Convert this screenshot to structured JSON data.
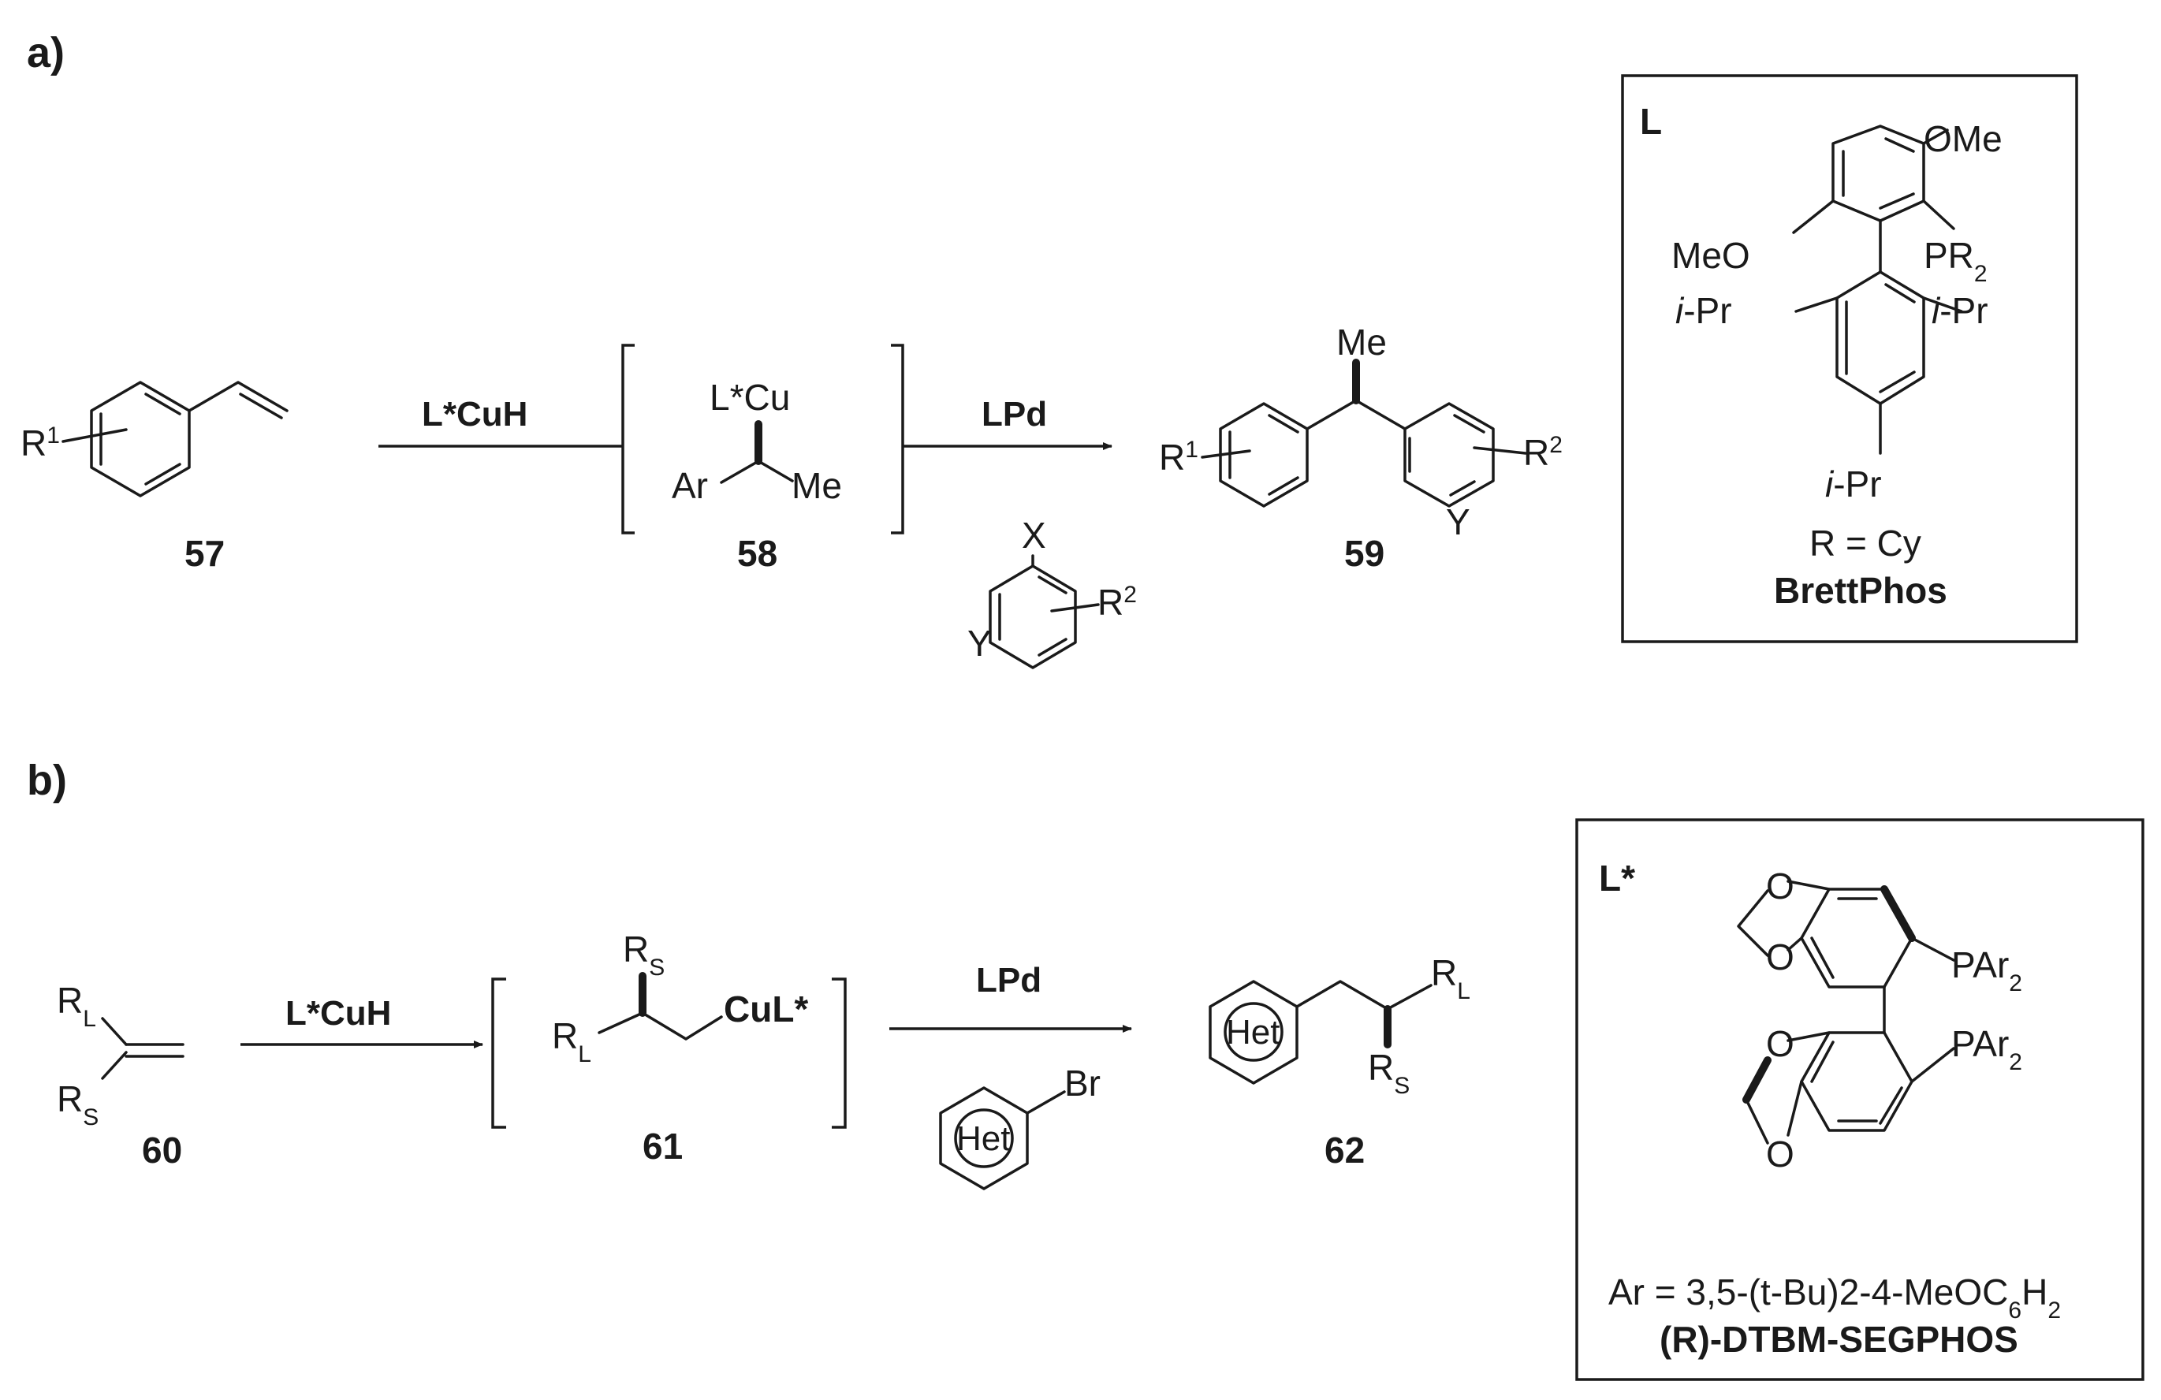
{
  "panels": {
    "a": "a)",
    "b": "b)"
  },
  "scheme_a": {
    "reagent1": "L*CuH",
    "reagent2": "LPd",
    "c57": {
      "number": "57",
      "R": "R",
      "R_sup": "1"
    },
    "c58": {
      "number": "58",
      "LCu": "L*Cu",
      "Ar": "Ar",
      "Me": "Me"
    },
    "c59": {
      "number": "59",
      "Me": "Me",
      "R": "R",
      "R_sup": "1",
      "R2": "R",
      "R2_sup": "2",
      "Y": "Y"
    },
    "arylhalide": {
      "X": "X",
      "Y": "Y",
      "R": "R",
      "R_sup": "2"
    },
    "ligand_box": {
      "title": "L",
      "OMe": "OMe",
      "MeO": "MeO",
      "PR": "PR",
      "PR_sub": "2",
      "iPr_italic": "i",
      "iPr_rest": "-Pr",
      "R_eq": "R = Cy",
      "name": "BrettPhos"
    }
  },
  "scheme_b": {
    "reagent1": "L*CuH",
    "reagent2": "LPd",
    "c60": {
      "number": "60",
      "R": "R",
      "L": "L",
      "S": "S"
    },
    "c61": {
      "number": "61",
      "R": "R",
      "S": "S",
      "L": "L",
      "CuL": "CuL*"
    },
    "c62": {
      "number": "62",
      "Het": "Het",
      "R": "R",
      "L": "L",
      "S": "S"
    },
    "arylbromide": {
      "Het": "Het",
      "Br": "Br"
    },
    "ligand_box": {
      "title": "L*",
      "PAr": "PAr",
      "PAr_sub": "2",
      "O": "O",
      "ar_prefix": "Ar = 3,5-(t-Bu)2-4-MeOC",
      "ar_sub1": "6",
      "ar_mid": "H",
      "ar_sub2": "2",
      "name": "(R)-DTBM-SEGPHOS"
    }
  }
}
